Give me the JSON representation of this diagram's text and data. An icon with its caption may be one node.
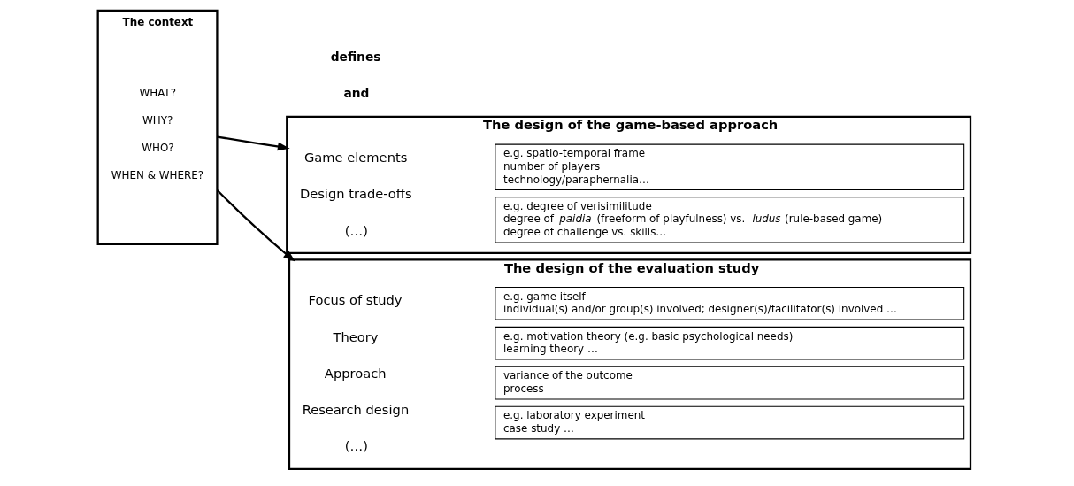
{
  "diagram": {
    "nodes": [
      {
        "text": [
          "The context",
          "WHAT?",
          "WHY?",
          "WHO?",
          "WHEN & WHERE?"
        ]
      },
      {
        "text": [
          "The design of the game-based approach"
        ]
      },
      {
        "text": [
          "Game elements"
        ],
        "in": 1
      },
      {
        "text": [
          "e.g. spatio-temporal frame",
          "number of players",
          "technology/paraphernalia…"
        ],
        "in": 1
      },
      {
        "text": [
          "Design trade-offs"
        ],
        "in": 1
      },
      {
        "text": [
          "e.g. degree of verisimilitude",
          "degree of *paidia* (freeform of playfulness) vs. *ludus* (rule-based game)",
          "degree of challenge vs. skills…"
        ],
        "in": 1
      },
      {
        "text": [
          "(…)"
        ],
        "in": 1
      },
      {
        "text": [
          "The design of the evaluation study"
        ]
      },
      {
        "text": [
          "Focus of study"
        ],
        "in": 7
      },
      {
        "text": [
          "e.g. game itself",
          "individual(s) and/or group(s) involved; designer(s)/facilitator(s) involved …"
        ],
        "in": 7
      },
      {
        "text": [
          "Theory"
        ],
        "in": 7
      },
      {
        "text": [
          "e.g. motivation theory (e.g. basic psychological needs)",
          "learning theory …"
        ],
        "in": 7
      },
      {
        "text": [
          "Approach"
        ],
        "in": 7
      },
      {
        "text": [
          "variance of the outcome",
          "process"
        ],
        "in": 7
      },
      {
        "text": [
          "Research design"
        ],
        "in": 7
      },
      {
        "text": [
          "e.g. laboratory experiment",
          "case study …"
        ],
        "in": 7
      },
      {
        "text": [
          "(…)"
        ],
        "in": 7
      }
    ],
    "edges": [
      {
        "from": 0,
        "to": 1,
        "arrow": "to"
      },
      {
        "from": 0,
        "to": 7,
        "arrow": "to"
      }
    ],
    "labels": [
      "defines",
      "and"
    ]
  }
}
